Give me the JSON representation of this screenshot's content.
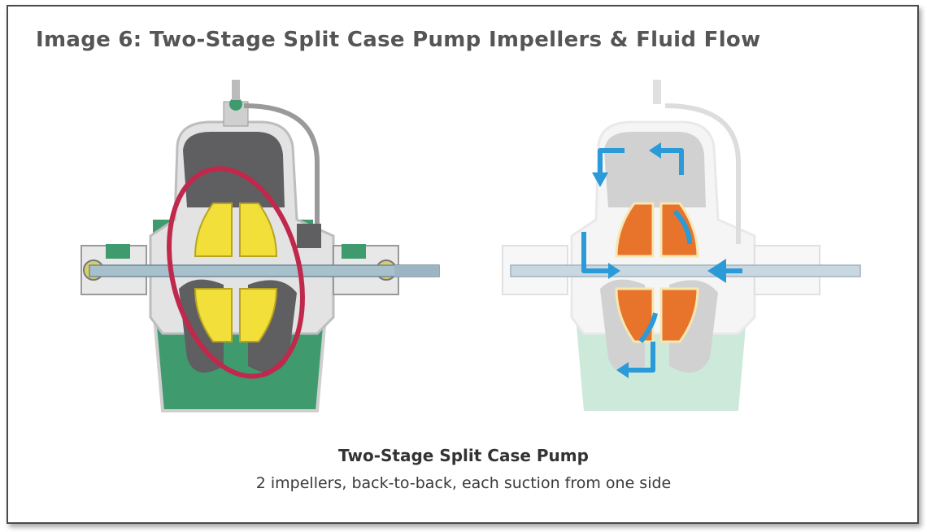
{
  "title": "Image 6:  Two-Stage Split Case Pump Impellers & Fluid Flow",
  "caption": {
    "heading": "Two-Stage Split Case Pump",
    "subtext": "2 impellers, back-to-back, each suction from one side"
  },
  "colors": {
    "casing_dark": "#5f5f62",
    "casing_light": "#e6e6e6",
    "base_green": "#3f9a6e",
    "impeller_yellow": "#f2df3a",
    "impeller_orange": "#e8742c",
    "flow_arrow": "#2a9ad9",
    "highlight_ring": "#c0284c",
    "shaft": "#a8bfcc"
  }
}
